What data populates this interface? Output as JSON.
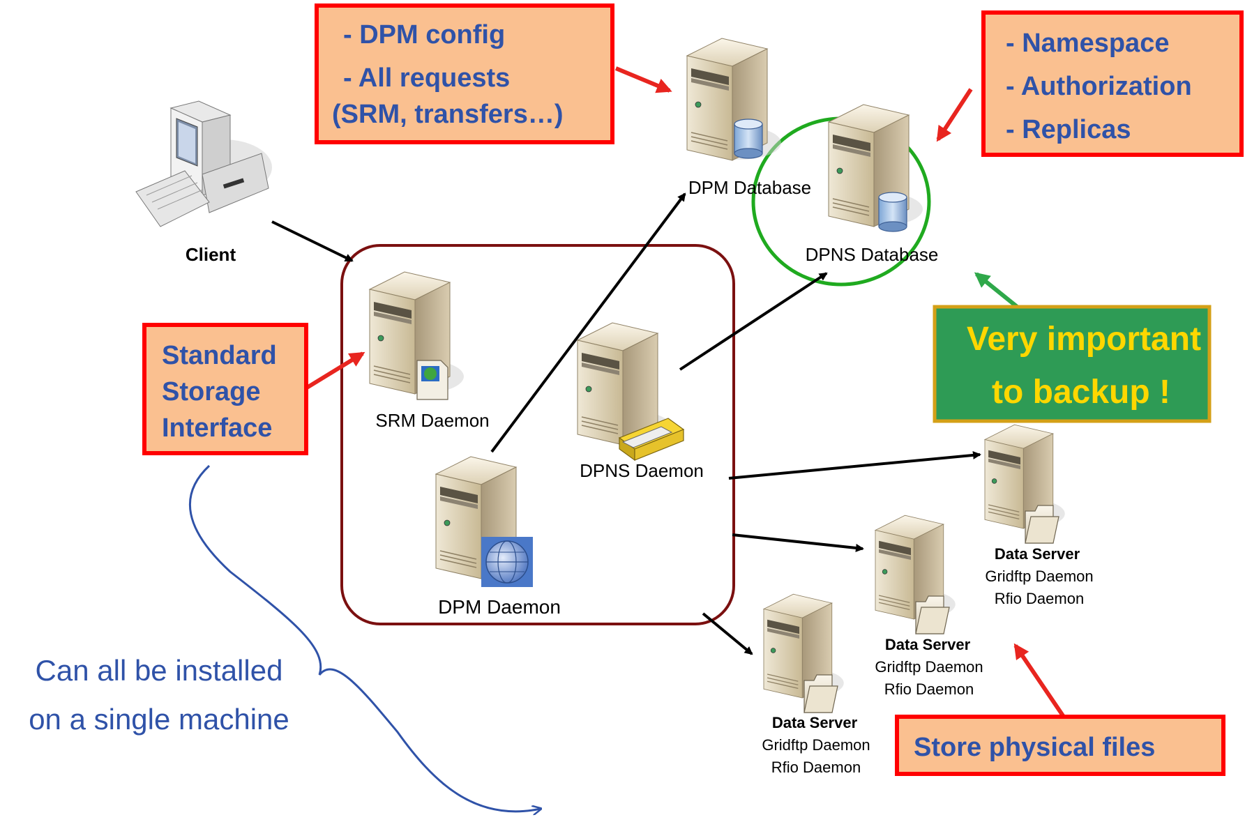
{
  "components": {
    "client": "Client",
    "srm_daemon": "SRM Daemon",
    "dpns_daemon": "DPNS Daemon",
    "dpm_daemon": "DPM Daemon",
    "dpm_database": "DPM Database",
    "dpns_database": "DPNS Database"
  },
  "data_servers": [
    {
      "title": "Data Server",
      "line1": "Gridftp Daemon",
      "line2": "Rfio Daemon"
    },
    {
      "title": "Data Server",
      "line1": "Gridftp Daemon",
      "line2": "Rfio Daemon"
    },
    {
      "title": "Data Server",
      "line1": "Gridftp Daemon",
      "line2": "Rfio Daemon"
    }
  ],
  "callouts": {
    "dpm_db": [
      "- DPM config",
      "- All requests",
      "(SRM, transfers…)"
    ],
    "dpns_db": [
      "- Namespace",
      "- Authorization",
      "- Replicas"
    ],
    "srm": [
      "Standard",
      "Storage",
      "Interface"
    ],
    "backup": [
      "Very important",
      "to backup !"
    ],
    "files": "Store physical files"
  },
  "annotation": [
    "Can all be installed",
    "on a single machine"
  ],
  "colors": {
    "callout_fill": "#fac090",
    "callout_border": "#ff0000",
    "callout_text": "#2f52a8",
    "backup_fill": "#2e9b55",
    "backup_border": "#d4a017",
    "backup_text": "#ffd700",
    "group_border": "#7b1010",
    "db_circle": "#1faa1f",
    "arrow_red": "#e8251f",
    "arrow_green": "#2fa84a",
    "annotation": "#2f52a8"
  }
}
